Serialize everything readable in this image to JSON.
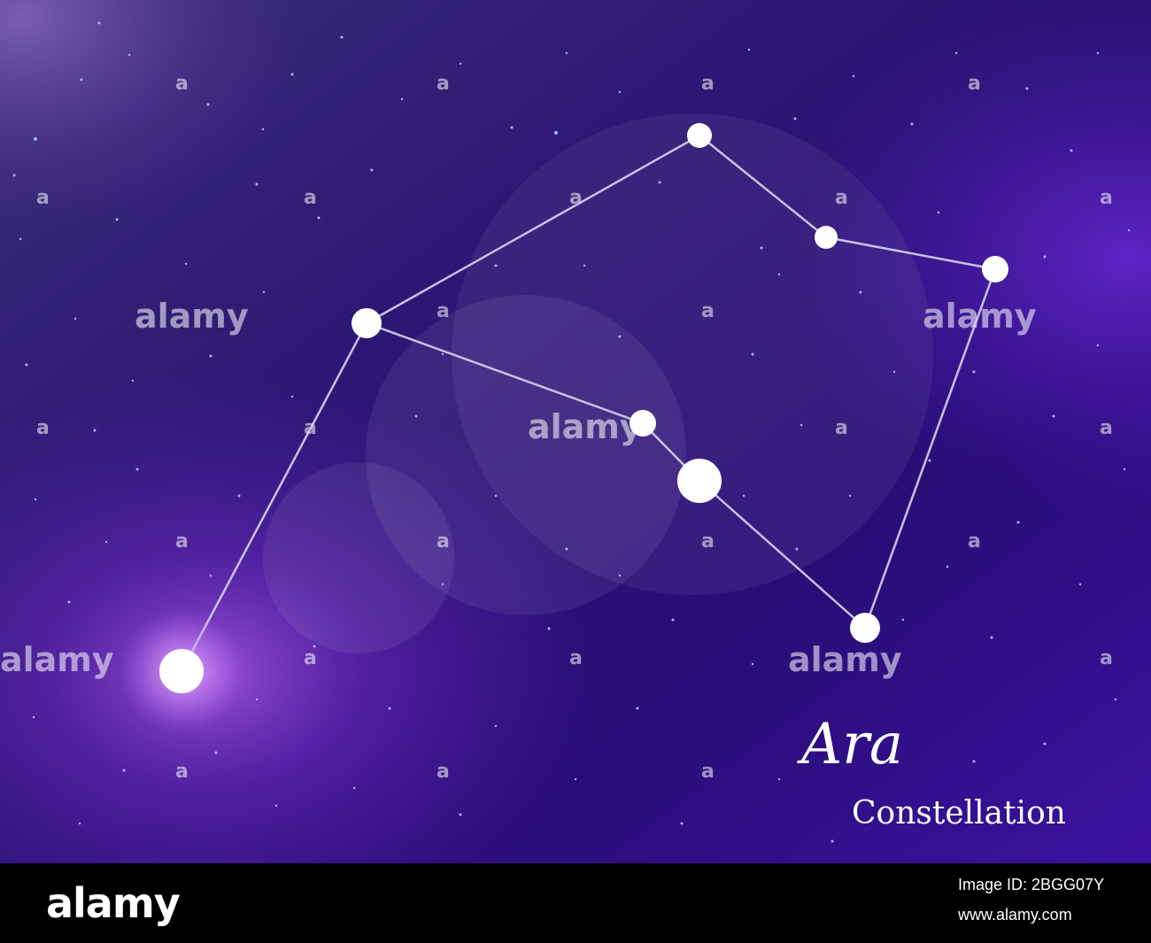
{
  "title": "Ara",
  "subtitle": "Constellation",
  "watermark": "alamy",
  "watermark_small": "a",
  "footer": {
    "logo": "alamy",
    "image_id": "Image ID: 2BGG07Y",
    "url": "www.alamy.com"
  },
  "colors": {
    "sky_dark": "#1c0f5a",
    "sky_mid": "#3a1a8a",
    "sky_purple": "#6a2bc0",
    "star": "#ffffff",
    "line": "#d8d4f0"
  }
}
